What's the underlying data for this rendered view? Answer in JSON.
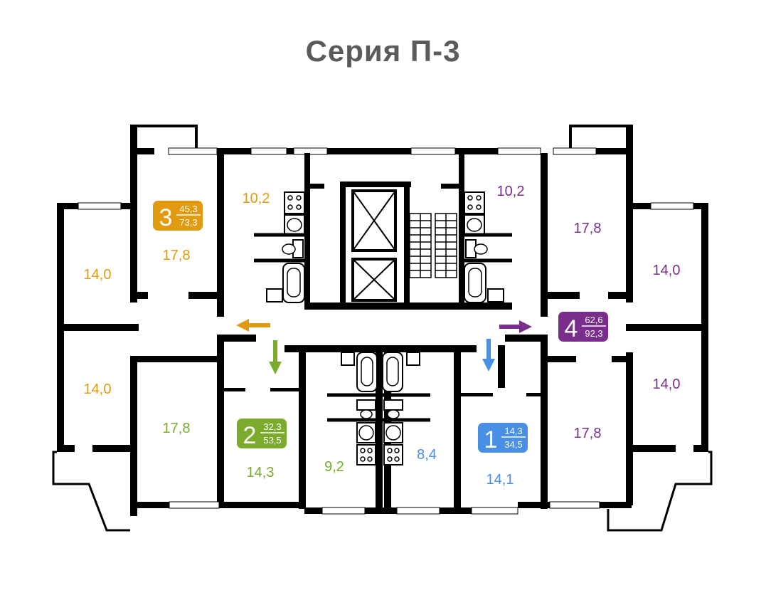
{
  "title": "Серия П-3",
  "colors": {
    "walls": "#000000",
    "apt1": "#4a8fe6",
    "apt2": "#7aab2c",
    "apt3": "#e29b10",
    "apt4": "#7a2e8c",
    "title": "#5a5a5a"
  },
  "apartments": [
    {
      "id": "1",
      "rooms": 1,
      "living": "14,3",
      "total": "34,5",
      "color": "#4a8fe6"
    },
    {
      "id": "2",
      "rooms": 2,
      "living": "32,3",
      "total": "53,5",
      "color": "#7aab2c"
    },
    {
      "id": "3",
      "rooms": 3,
      "living": "45,3",
      "total": "73,3",
      "color": "#e29b10"
    },
    {
      "id": "4",
      "rooms": 4,
      "living": "62,6",
      "total": "92,3",
      "color": "#7a2e8c"
    }
  ],
  "room_areas": {
    "apt3_kitchen": "10,2",
    "apt3_room_a": "17,8",
    "apt3_room_b": "14,0",
    "apt3_room_c": "14,0",
    "apt2_room_a": "17,8",
    "apt2_room_b": "14,3",
    "apt2_kitchen": "9,2",
    "apt1_kitchen": "8,4",
    "apt1_room": "14,1",
    "apt4_kitchen": "10,2",
    "apt4_room_a": "17,8",
    "apt4_room_b": "14,0",
    "apt4_room_c": "14,0",
    "apt4_room_d": "17,8"
  }
}
